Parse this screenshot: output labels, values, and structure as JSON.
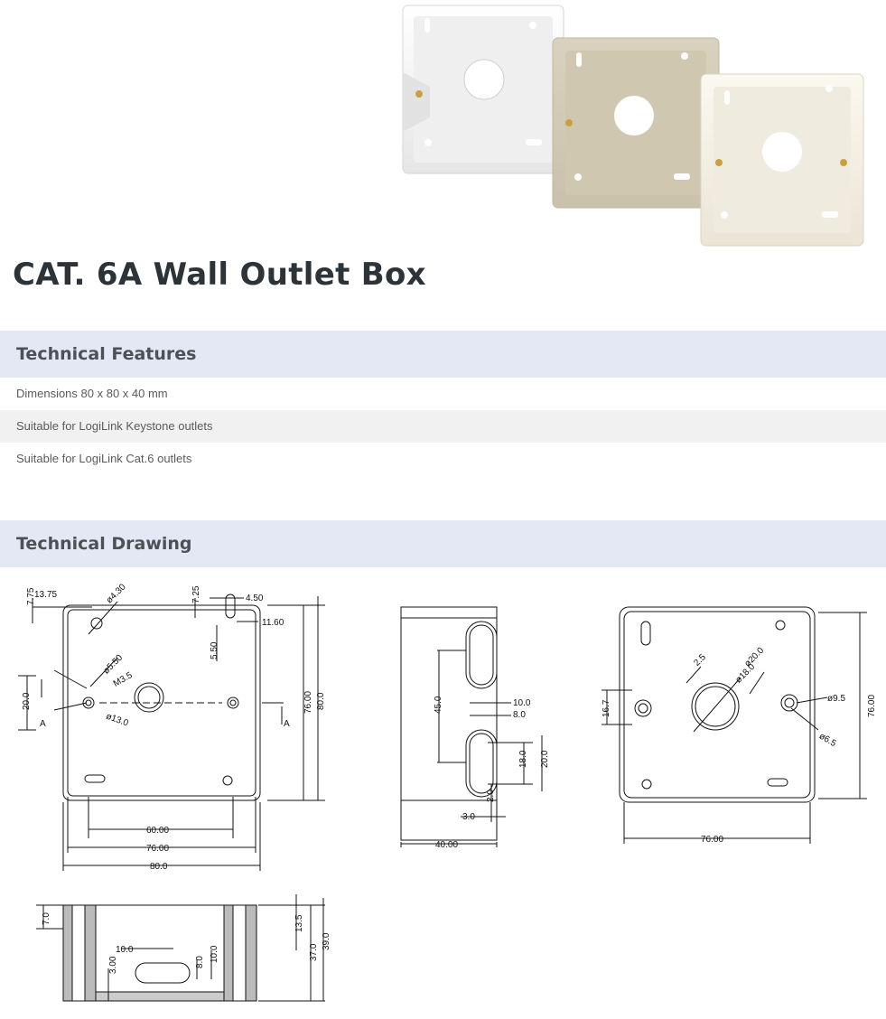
{
  "product": {
    "title": "CAT. 6A Wall Outlet Box",
    "box_colors": [
      "#f4f4f3",
      "#e3dccb",
      "#f3efe4"
    ]
  },
  "features": {
    "heading": "Technical Features",
    "items": [
      "Dimensions 80 x 80 x 40 mm",
      "Suitable for LogiLink Keystone outlets",
      "Suitable for LogiLink Cat.6 outlets"
    ]
  },
  "drawing": {
    "heading": "Technical Drawing",
    "front_view": {
      "d_13_75": "13.75",
      "d_7_75": "7.75",
      "d_4_30": "ø4.30",
      "d_7_25": "7.25",
      "d_4_50": "4.50",
      "d_11_60": "11.60",
      "d_5_50v": "5.50",
      "d_5_50": "ø5.50",
      "d_m3_5": "M3.5",
      "d_13_0": "ø13.0",
      "d_20_0": "20.0",
      "d_76_00": "76.00",
      "d_80_0": "80.0",
      "d_60_00": "60.00",
      "d_76b": "76.00",
      "d_80b": "80.0",
      "section_a": "A"
    },
    "side_view": {
      "d_45_0": "45.0",
      "d_10_0": "10.0",
      "d_8_0": "8.0",
      "d_18_0": "18.0",
      "d_20_0": "20.0",
      "d_2_0": "2.0",
      "d_3_0": "3.0",
      "d_40_00": "40.00"
    },
    "back_view": {
      "d_2_5": "2.5",
      "d_20_0": "ø20.0",
      "d_18_0": "ø18.0",
      "d_16_7": "16.7",
      "d_9_5": "ø9.5",
      "d_6_5": "ø6.5",
      "d_76_00v": "76.00",
      "d_76_00h": "76.00"
    },
    "section_view": {
      "d_7_0": "7.0",
      "d_10_0": "10.0",
      "d_3_00": "3.00",
      "d_8_0": "8.0",
      "d_10_0b": "10.0",
      "d_13_5": "13.5",
      "d_37_0": "37.0",
      "d_39_0": "39.0"
    }
  }
}
